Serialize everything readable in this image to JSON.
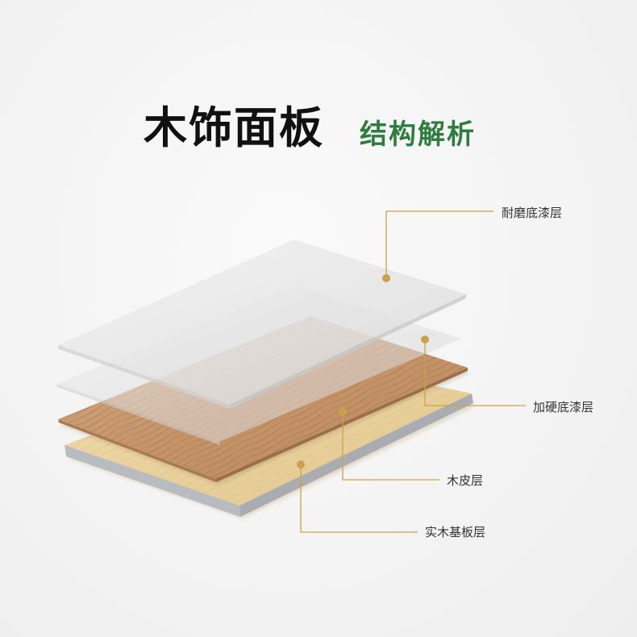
{
  "title": {
    "main": "木饰面板",
    "sub": "结构解析"
  },
  "colors": {
    "title_main": "#111111",
    "title_sub": "#2e7d3f",
    "callout": "#c9a24a",
    "veneer": "#c99a72",
    "substrate": "#e7cf9a",
    "coating": "#e2e2e2"
  },
  "layers": [
    {
      "label": "耐磨底漆层"
    },
    {
      "label": "加硬底漆层"
    },
    {
      "label": "木皮层"
    },
    {
      "label": "实木基板层"
    }
  ]
}
